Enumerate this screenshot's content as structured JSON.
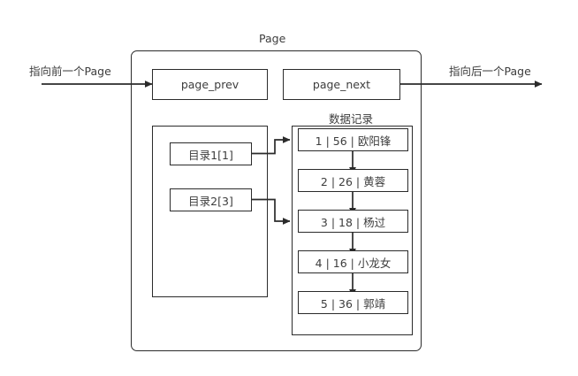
{
  "diagram": {
    "title": "Page",
    "type": "diagram",
    "background_color": "#ffffff",
    "stroke_color": "#2b2b2b",
    "text_color": "#3d3d3d"
  },
  "outer": {
    "title": "Page",
    "pointers": {
      "prev_box_label": "page_prev",
      "next_box_label": "page_next",
      "prev_arrow_label": "指向前一个Page",
      "next_arrow_label": "指向后一个Page"
    }
  },
  "directory": {
    "items": [
      {
        "label": "目录1[1]",
        "target_index": 0
      },
      {
        "label": "目录2[3]",
        "target_index": 2
      }
    ]
  },
  "records": {
    "section_label": "数据记录",
    "items": [
      {
        "id": "1",
        "value": "56",
        "name": "欧阳锋",
        "label": "1 | 56 | 欧阳锋"
      },
      {
        "id": "2",
        "value": "26",
        "name": "黄蓉",
        "label": "2 | 26 | 黄蓉"
      },
      {
        "id": "3",
        "value": "18",
        "name": "杨过",
        "label": "3 | 18 | 杨过"
      },
      {
        "id": "4",
        "value": "16",
        "name": "小龙女",
        "label": "4 | 16 | 小龙女"
      },
      {
        "id": "5",
        "value": "36",
        "name": "郭靖",
        "label": "5 | 36 | 郭靖"
      }
    ]
  }
}
